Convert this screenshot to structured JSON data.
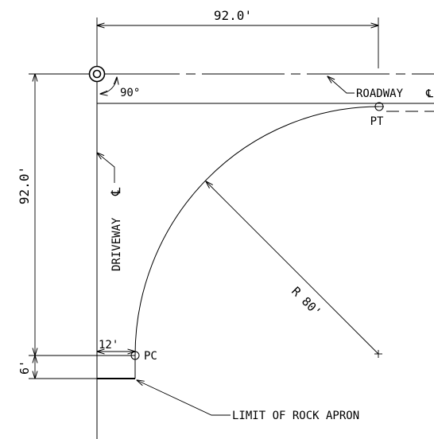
{
  "dimensions": {
    "width_label": "92.0'",
    "height_label": "92.0'",
    "offset_label": "12'",
    "apron_label": "6'",
    "radius_label": "R 80'",
    "angle_label": "90°"
  },
  "labels": {
    "roadway": "ROADWAY",
    "driveway": "DRIVEWAY",
    "centerline_symbol": "℄",
    "pt": "PT",
    "pc": "PC",
    "apron": "LIMIT OF ROCK APRON"
  }
}
